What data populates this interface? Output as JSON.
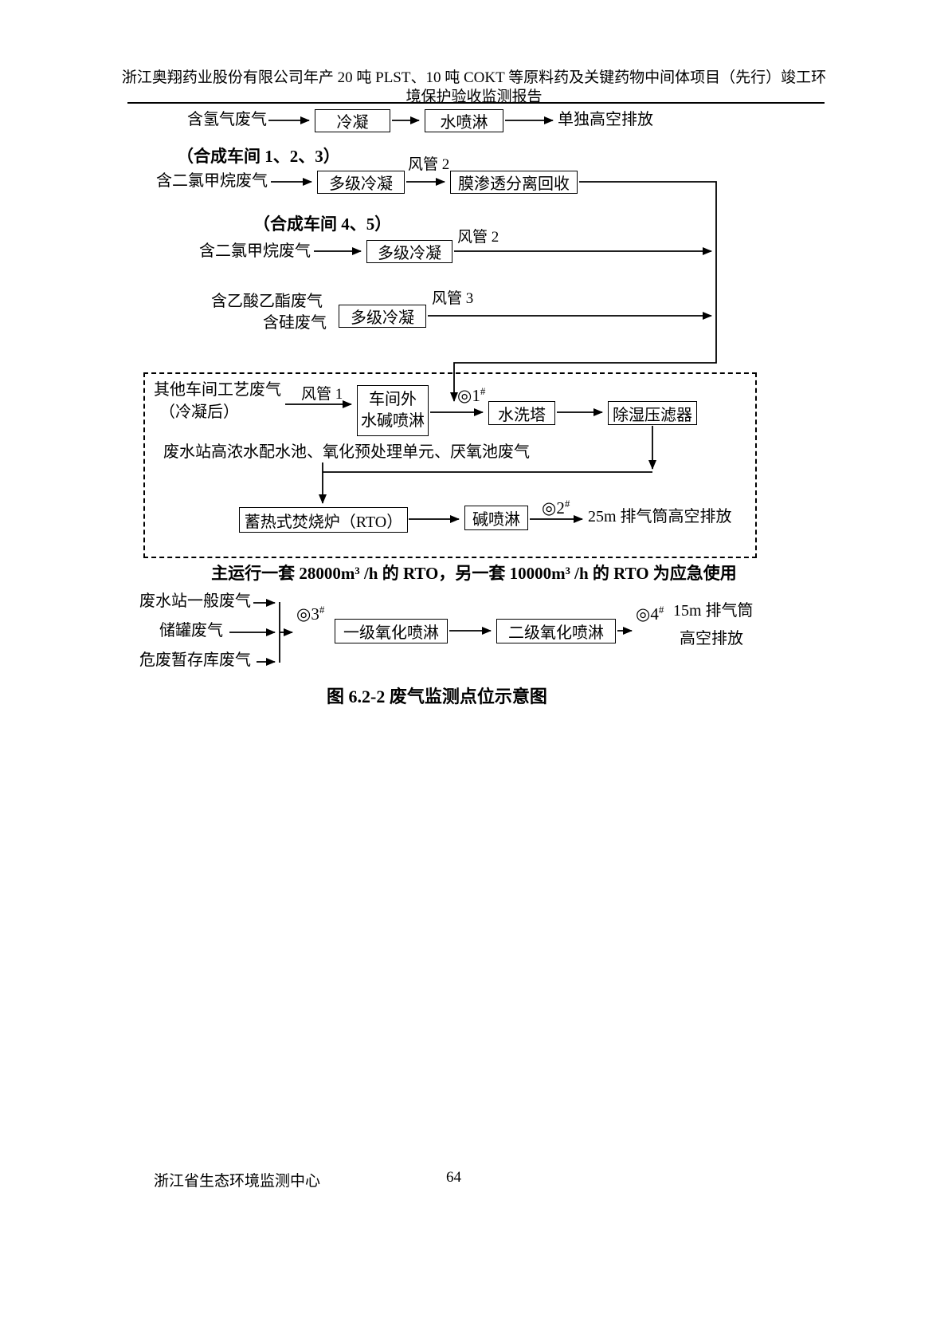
{
  "header": {
    "line1": "浙江奥翔药业股份有限公司年产 20 吨 PLST、10 吨 COKT 等原料药及关键药物中间体项目（先行）竣工环",
    "line2": "境保护验收监测报告"
  },
  "flow": {
    "hash": "#",
    "r1_source": "含氢气废气",
    "r1_box1": "冷凝",
    "r1_box2": "水喷淋",
    "r1_outlet": "单独高空排放",
    "ws123": "（合成车间 1、2、3）",
    "r2_source": "含二氯甲烷废气",
    "r2_box1": "多级冷凝",
    "r2_duct": "风管 2",
    "r2_box2": "膜渗透分离回收",
    "ws45": "（合成车间 4、5）",
    "r3_source": "含二氯甲烷废气",
    "r3_box1": "多级冷凝",
    "r3_duct": "风管 2",
    "r4_source1": "含乙酸乙酯废气",
    "r4_source2": "含硅废气",
    "r4_box1": "多级冷凝",
    "r4_duct": "风管 3",
    "other_source1": "其他车间工艺废气",
    "other_source2": "（冷凝后）",
    "duct1": "风管 1",
    "spray1": "车间外",
    "spray2": "水碱喷淋",
    "m1": "◎1",
    "wash_tower": "水洗塔",
    "dehumid_filter": "除湿压滤器",
    "wastewater": "废水站高浓水配水池、氧化预处理单元、厌氧池废气",
    "rto": "蓄热式焚烧炉（RTO）",
    "alkali": "碱喷淋",
    "m2": "◎2",
    "stack25": "25m 排气筒高空排放",
    "rto_note": "主运行一套 28000m³ /h 的 RTO，另一套 10000m³ /h 的 RTO 为应急使用",
    "b_source1": "废水站一般废气",
    "b_source2": "储罐废气",
    "b_source3": "危废暂存库废气",
    "m3": "◎3",
    "b_box1": "一级氧化喷淋",
    "b_box2": "二级氧化喷淋",
    "m4": "◎4",
    "stack15a": "15m 排气筒",
    "stack15b": "高空排放"
  },
  "caption": "图 6.2-2 废气监测点位示意图",
  "footer": {
    "org": "浙江省生态环境监测中心",
    "page": "64"
  }
}
